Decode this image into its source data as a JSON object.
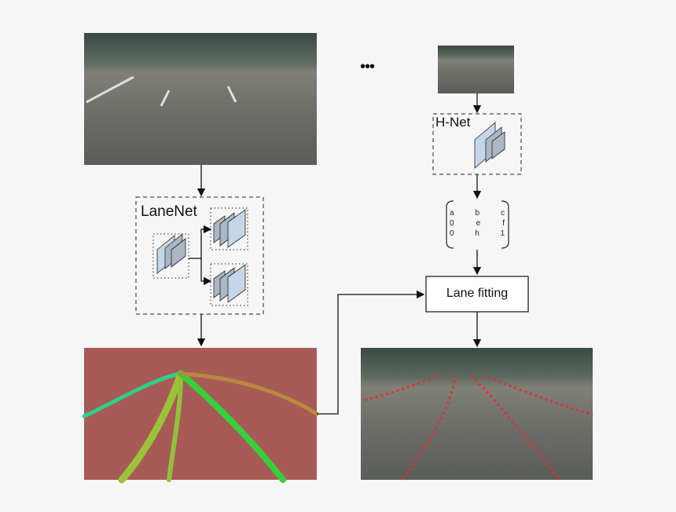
{
  "labels": {
    "lanenet": "LaneNet",
    "hnet": "H-Net",
    "lane_fitting": "Lane fitting",
    "ellipsis": "•••"
  },
  "matrix": [
    [
      "a",
      "b",
      "c"
    ],
    [
      "0",
      "e",
      "f"
    ],
    [
      "0",
      "h",
      "1"
    ]
  ],
  "colors": {
    "segmentation_bg": "#a85a57",
    "lane_fit_dots": "#e03030",
    "cube_fill": "#a9b8c6"
  }
}
